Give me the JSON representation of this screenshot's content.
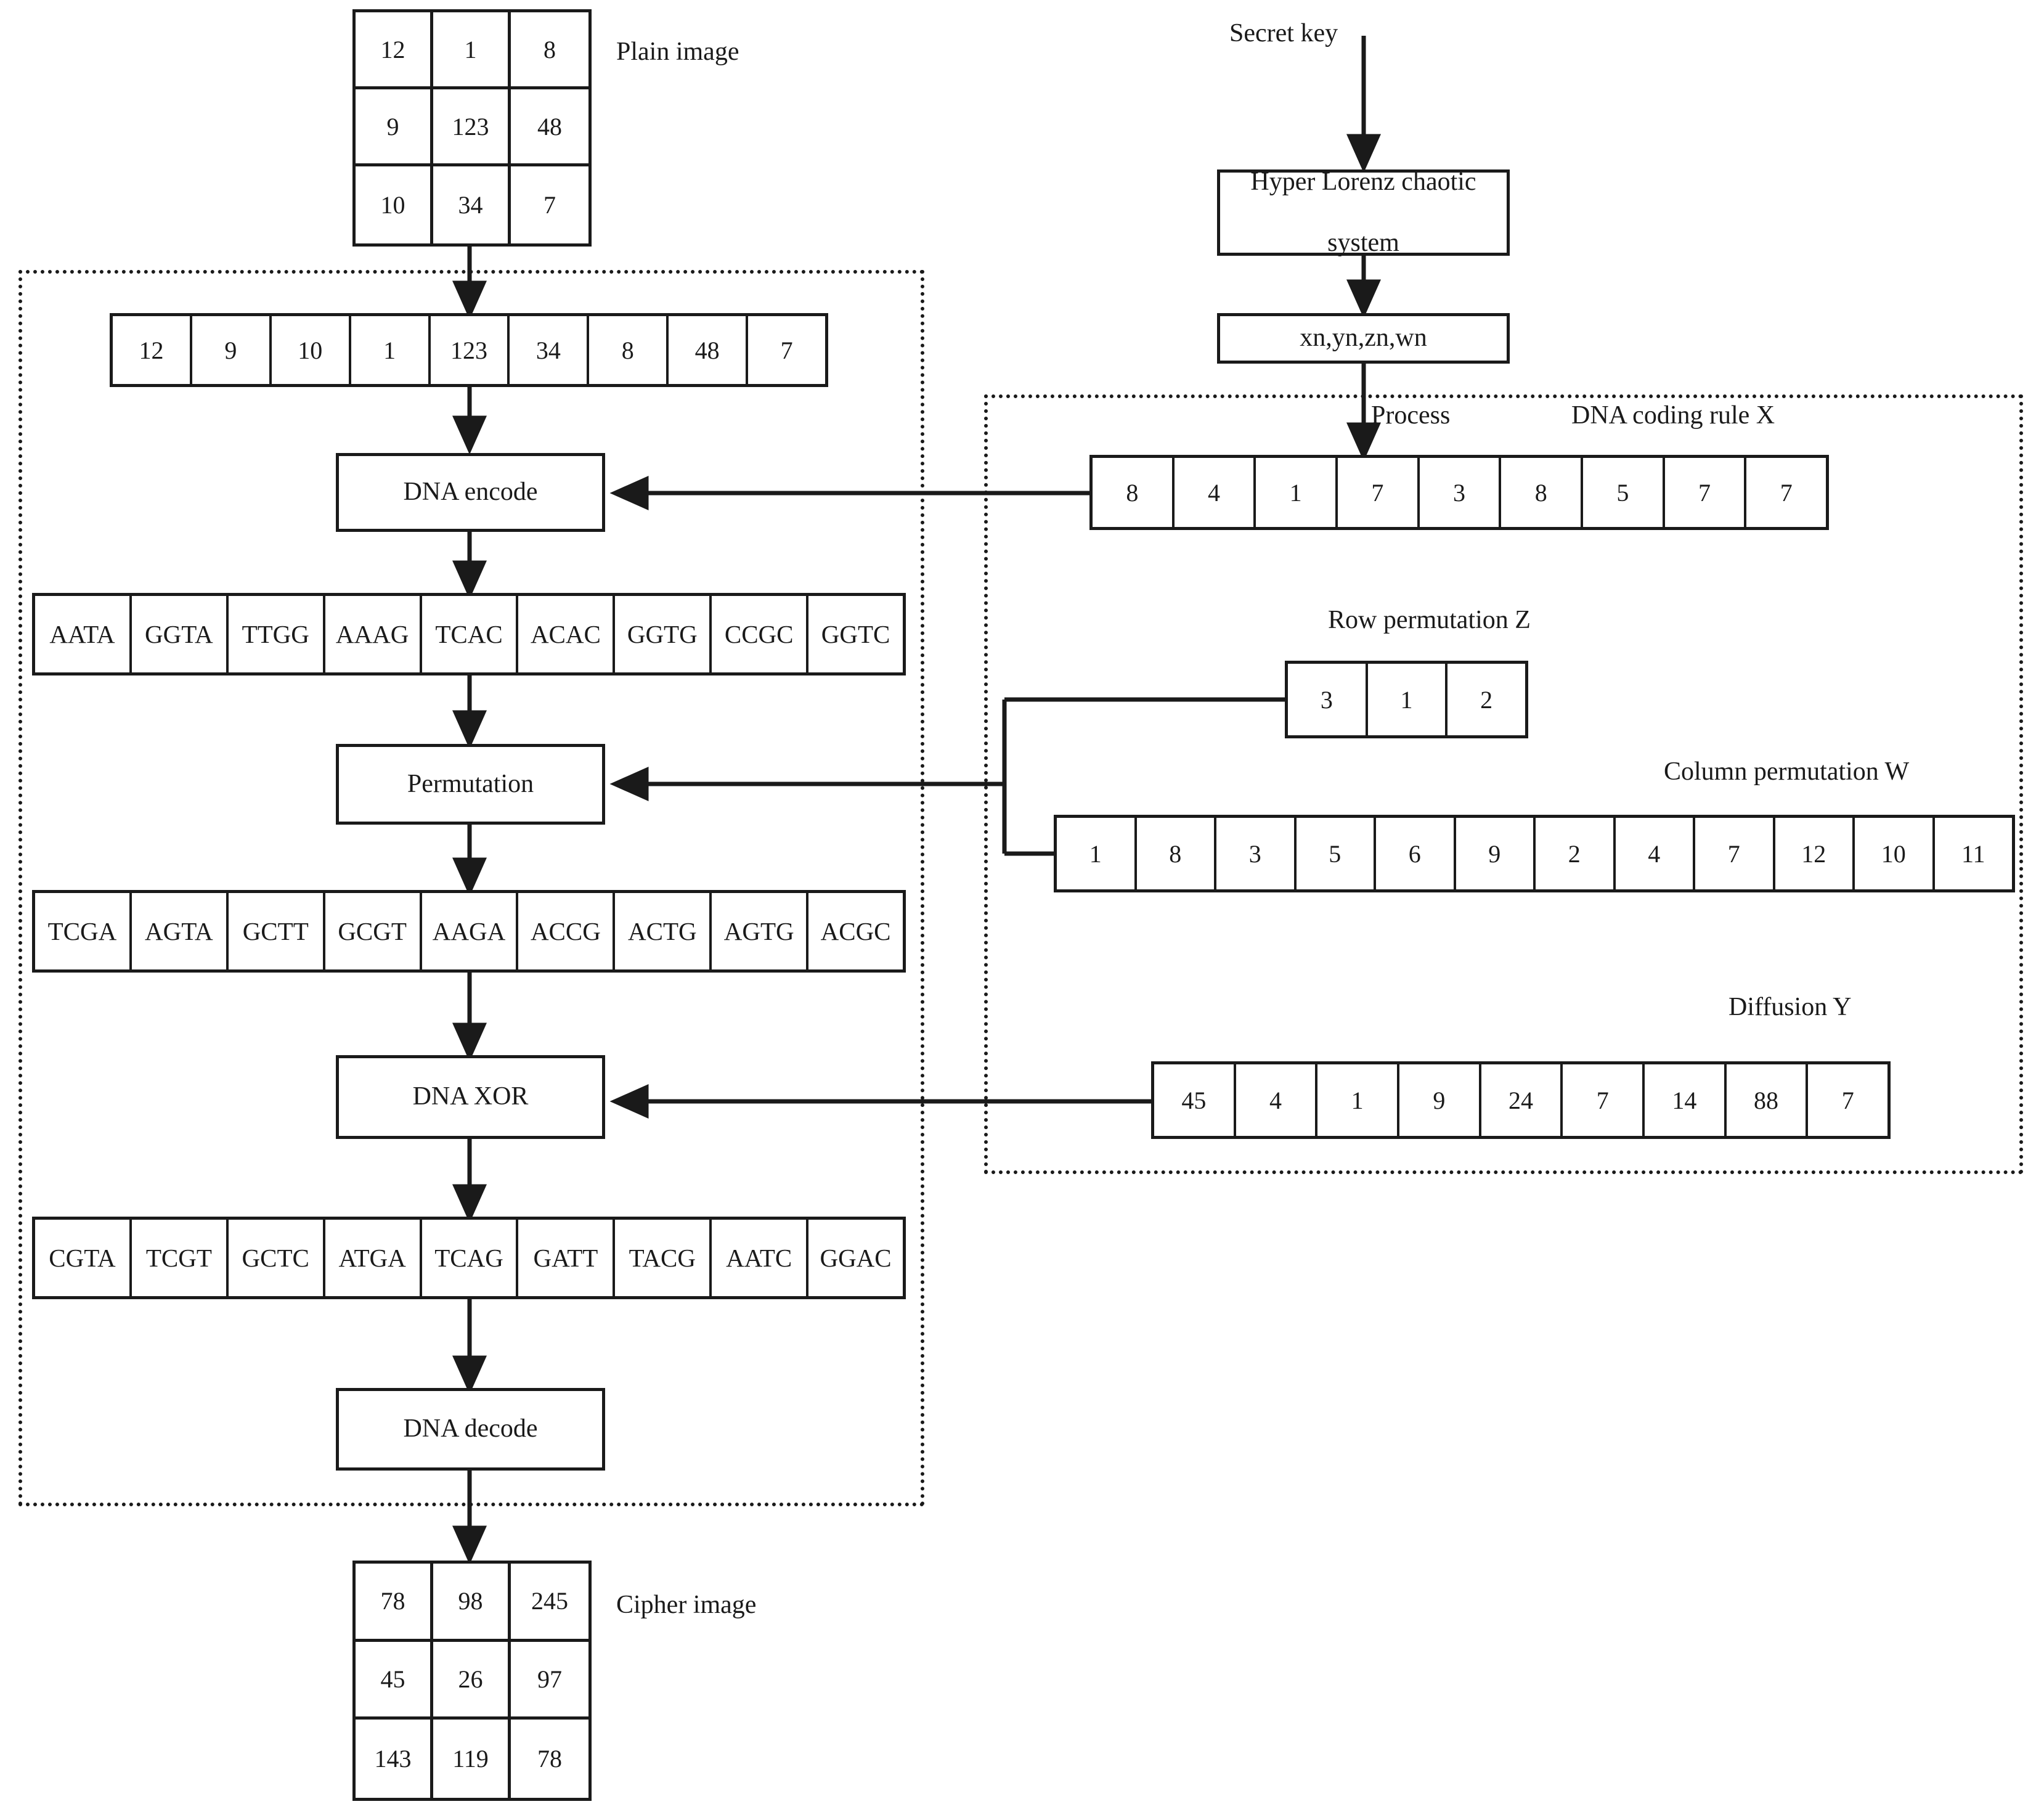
{
  "labels": {
    "plain_image": "Plain image",
    "cipher_image": "Cipher image",
    "secret_key": "Secret key",
    "process": "Process",
    "dna_coding_rule_x": "DNA coding rule X",
    "row_permutation_z": "Row permutation Z",
    "column_permutation_w": "Column permutation W",
    "diffusion_y": "Diffusion Y"
  },
  "process_boxes": {
    "lorenz": "Hyper Lorenz chaotic\nsystem",
    "lorenz_line1": "Hyper Lorenz chaotic",
    "lorenz_line2": "system",
    "states": "xn,yn,zn,wn",
    "dna_encode": "DNA encode",
    "permutation": "Permutation",
    "dna_xor": "DNA XOR",
    "dna_decode": "DNA decode"
  },
  "plain_image": {
    "rows": [
      [
        "12",
        "1",
        "8"
      ],
      [
        "9",
        "123",
        "48"
      ],
      [
        "10",
        "34",
        "7"
      ]
    ],
    "flat": [
      "12",
      "1",
      "8",
      "9",
      "123",
      "48",
      "10",
      "34",
      "7"
    ]
  },
  "cipher_image": {
    "rows": [
      [
        "78",
        "98",
        "245"
      ],
      [
        "45",
        "26",
        "97"
      ],
      [
        "143",
        "119",
        "78"
      ]
    ],
    "flat": [
      "78",
      "98",
      "245",
      "45",
      "26",
      "97",
      "143",
      "119",
      "78"
    ]
  },
  "scanned_sequence": [
    "12",
    "9",
    "10",
    "1",
    "123",
    "34",
    "8",
    "48",
    "7"
  ],
  "dna_encoded": [
    "AATA",
    "GGTA",
    "TTGG",
    "AAAG",
    "TCAC",
    "ACAC",
    "GGTG",
    "CCGC",
    "GGTC"
  ],
  "dna_permuted": [
    "TCGA",
    "AGTA",
    "GCTT",
    "GCGT",
    "AAGA",
    "ACCG",
    "ACTG",
    "AGTG",
    "ACGC"
  ],
  "dna_xored": [
    "CGTA",
    "TCGT",
    "GCTC",
    "ATGA",
    "TCAG",
    "GATT",
    "TACG",
    "AATC",
    "GGAC"
  ],
  "dna_coding_rule_x": [
    "8",
    "4",
    "1",
    "7",
    "3",
    "8",
    "5",
    "7",
    "7"
  ],
  "row_permutation_z": [
    "3",
    "1",
    "2"
  ],
  "column_permutation_w": [
    "1",
    "8",
    "3",
    "5",
    "6",
    "9",
    "2",
    "4",
    "7",
    "12",
    "10",
    "11"
  ],
  "diffusion_y": [
    "45",
    "4",
    "1",
    "9",
    "24",
    "7",
    "14",
    "88",
    "7"
  ],
  "colors": {
    "stroke": "#1a1a1a",
    "background": "#ffffff"
  },
  "chart_data": {
    "type": "diagram",
    "title": "DNA-based image encryption flowchart",
    "nodes": [
      {
        "id": "plain-image",
        "label": "Plain image",
        "kind": "matrix-3x3"
      },
      {
        "id": "scan-sequence",
        "label": "",
        "kind": "array-9"
      },
      {
        "id": "dna-encode",
        "label": "DNA encode",
        "kind": "process"
      },
      {
        "id": "dna-encoded",
        "label": "",
        "kind": "array-9"
      },
      {
        "id": "permutation",
        "label": "Permutation",
        "kind": "process"
      },
      {
        "id": "dna-permuted",
        "label": "",
        "kind": "array-9"
      },
      {
        "id": "dna-xor",
        "label": "DNA XOR",
        "kind": "process"
      },
      {
        "id": "dna-xored",
        "label": "",
        "kind": "array-9"
      },
      {
        "id": "dna-decode",
        "label": "DNA decode",
        "kind": "process"
      },
      {
        "id": "cipher-image",
        "label": "Cipher image",
        "kind": "matrix-3x3"
      },
      {
        "id": "secret-key",
        "label": "Secret key",
        "kind": "text"
      },
      {
        "id": "lorenz",
        "label": "Hyper Lorenz chaotic system",
        "kind": "process"
      },
      {
        "id": "states",
        "label": "xn,yn,zn,wn",
        "kind": "process"
      },
      {
        "id": "coding-rule-x",
        "label": "DNA coding rule X",
        "kind": "array-9"
      },
      {
        "id": "row-perm-z",
        "label": "Row permutation Z",
        "kind": "array-3"
      },
      {
        "id": "col-perm-w",
        "label": "Column permutation W",
        "kind": "array-12"
      },
      {
        "id": "diffusion-y",
        "label": "Diffusion Y",
        "kind": "array-9"
      }
    ],
    "edges": [
      {
        "from": "plain-image",
        "to": "scan-sequence"
      },
      {
        "from": "scan-sequence",
        "to": "dna-encode"
      },
      {
        "from": "dna-encode",
        "to": "dna-encoded"
      },
      {
        "from": "dna-encoded",
        "to": "permutation"
      },
      {
        "from": "permutation",
        "to": "dna-permuted"
      },
      {
        "from": "dna-permuted",
        "to": "dna-xor"
      },
      {
        "from": "dna-xor",
        "to": "dna-xored"
      },
      {
        "from": "dna-xored",
        "to": "dna-decode"
      },
      {
        "from": "dna-decode",
        "to": "cipher-image"
      },
      {
        "from": "secret-key",
        "to": "lorenz"
      },
      {
        "from": "lorenz",
        "to": "states"
      },
      {
        "from": "states",
        "to": "coding-rule-x",
        "label": "Process"
      },
      {
        "from": "coding-rule-x",
        "to": "dna-encode"
      },
      {
        "from": "row-perm-z",
        "to": "permutation"
      },
      {
        "from": "col-perm-w",
        "to": "permutation"
      },
      {
        "from": "diffusion-y",
        "to": "dna-xor"
      }
    ]
  }
}
